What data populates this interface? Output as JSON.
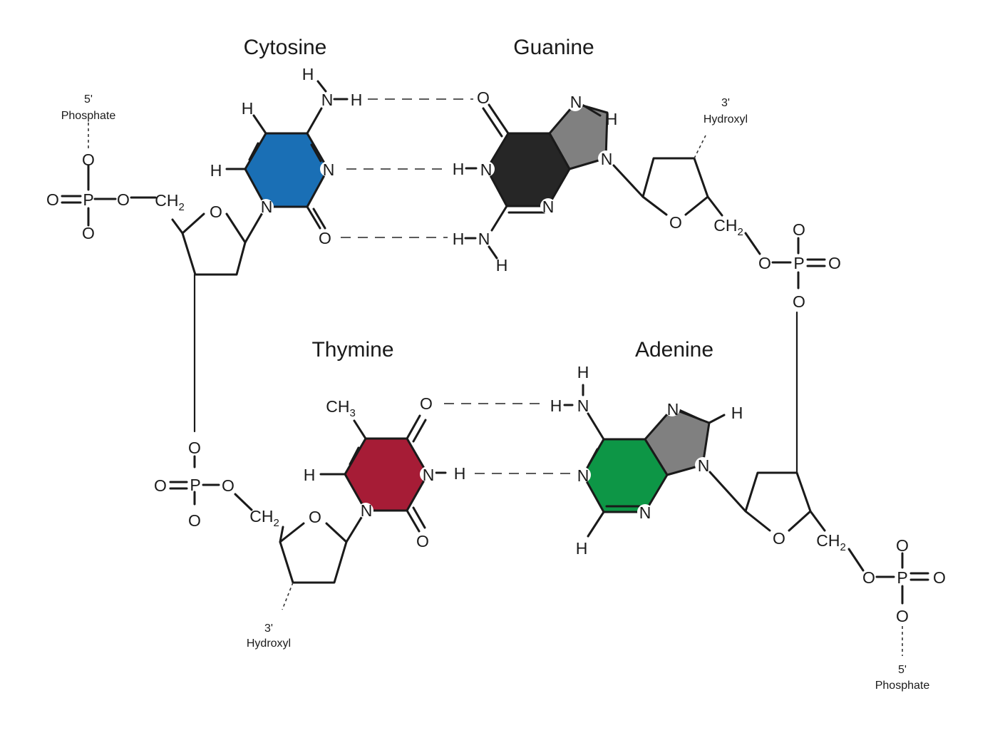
{
  "labels": {
    "cytosine": "Cytosine",
    "guanine": "Guanine",
    "thymine": "Thymine",
    "adenine": "Adenine"
  },
  "ends": {
    "five_prime": "5'",
    "phosphate": "Phosphate",
    "three_prime": "3'",
    "hydroxyl": "Hydroxyl"
  },
  "atoms": {
    "H": "H",
    "N": "N",
    "O": "O",
    "P": "P",
    "C": "C",
    "CH": "CH",
    "two": "2",
    "three": "3"
  },
  "colors": {
    "cytosine": "#1a6fb5",
    "guanine": "#262626",
    "thymine": "#a61c36",
    "adenine": "#0d9646",
    "imidazole": "#808080"
  }
}
